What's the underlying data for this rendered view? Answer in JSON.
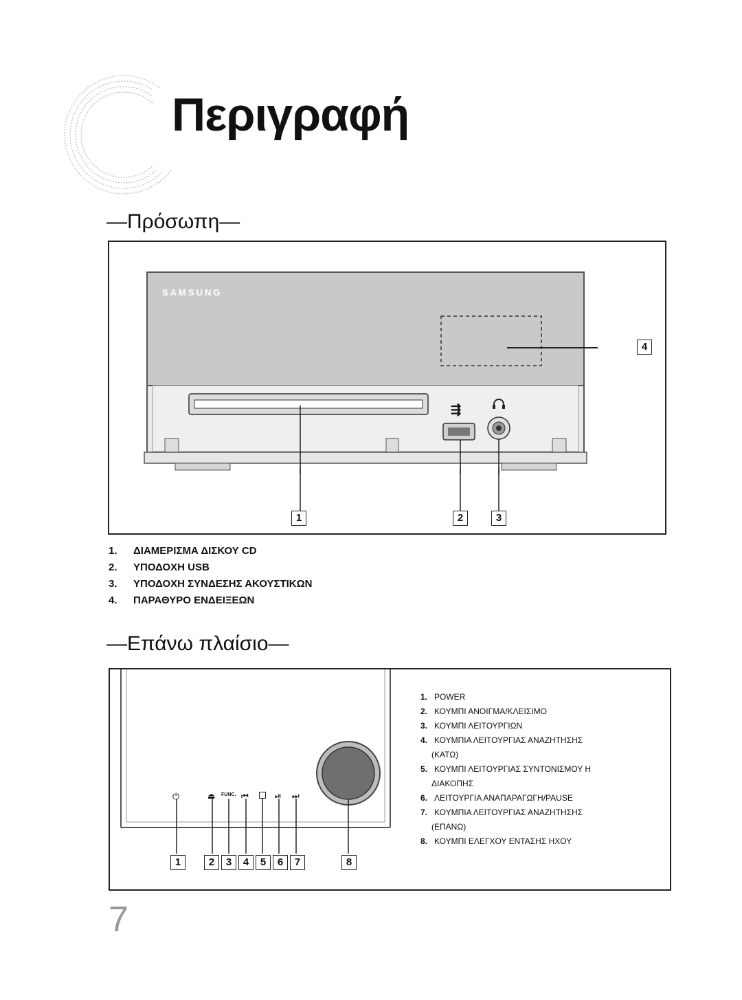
{
  "page": {
    "title": "Περιγραφή",
    "page_number": "7"
  },
  "front": {
    "heading": "—Πρόσωπη—",
    "brand": "SAMSUNG",
    "callouts": [
      "1",
      "2",
      "3",
      "4"
    ],
    "legend": [
      {
        "num": "1.",
        "text": "ΔΙΑΜΕΡΙΣΜΑ ΔΙΣΚΟΥ CD"
      },
      {
        "num": "2.",
        "text": "ΥΠΟΔΟΧΗ USB"
      },
      {
        "num": "3.",
        "text": "ΥΠΟΔΟΧΗ ΣΥΝΔΕΣΗΣ ΑΚΟΥΣΤΙΚΩΝ"
      },
      {
        "num": "4.",
        "text": "ΠΑΡΑΘΥΡΟ ΕΝΔΕΙΞΕΩΝ"
      }
    ]
  },
  "top": {
    "heading": "—Επάνω πλαίσιο—",
    "func_label": "FUNC.",
    "callouts": [
      "1",
      "2",
      "3",
      "4",
      "5",
      "6",
      "7",
      "8"
    ],
    "legend": [
      {
        "num": "1.",
        "text": "POWER",
        "cont": ""
      },
      {
        "num": "2.",
        "text": "ΚΟΥΜΠΙ ΑΝΟΙΓΜΑ/ΚΛΕΙΣΙΜΟ",
        "cont": ""
      },
      {
        "num": "3.",
        "text": "ΚΟΥΜΠΙ ΛΕΙΤΟΥΡΓΙΩΝ",
        "cont": ""
      },
      {
        "num": "4.",
        "text": "ΚΟΥΜΠΙΑ ΛΕΙΤΟΥΡΓΙΑΣ ΑΝΑΖΗΤΗΣΗΣ",
        "cont": "(ΚΑΤΩ)"
      },
      {
        "num": "5.",
        "text": "ΚΟΥΜΠΙ ΛΕΙΤΟΥΡΓΙΑΣ ΣΥΝΤΟΝΙΣΜΟΥ Η",
        "cont": "ΔΙΑΚΟΠΗΣ"
      },
      {
        "num": "6.",
        "text": "ΛΕΙΤΟΥΡΓΙΑ ΑΝΑΠΑΡΑΓΩΓΗ/PAUSE",
        "cont": ""
      },
      {
        "num": "7.",
        "text": "ΚΟΥΜΠΙΑ ΛΕΙΤΟΥΡΓΙΑΣ ΑΝΑΖΗΤΗΣΗΣ",
        "cont": "(ΕΠΑΝΩ)"
      },
      {
        "num": "8.",
        "text": "ΚΟΥΜΠΙ ΕΛΕΓΧΟΥ ΕΝΤΑΣΗΣ ΗΧΟΥ",
        "cont": ""
      }
    ]
  },
  "icons": {
    "decor": "binary-circle-icon",
    "usb": "usb-icon",
    "headphones": "headphones-icon",
    "power": "power-icon",
    "eject": "eject-icon",
    "prev": "skip-back-icon",
    "stop": "stop-icon",
    "playpause": "play-pause-icon",
    "next": "skip-forward-icon"
  }
}
